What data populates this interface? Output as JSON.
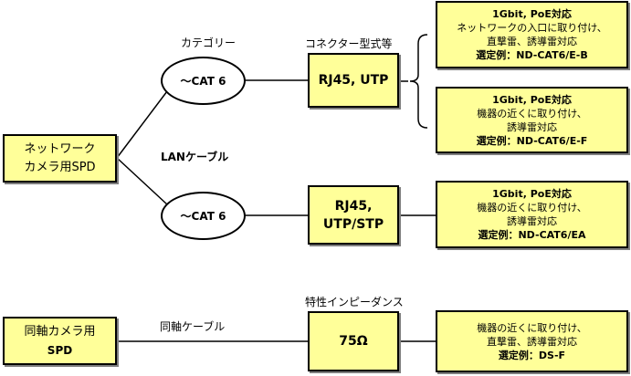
{
  "diagram": {
    "network_spd": {
      "line1": "ネットワーク",
      "line2": "カメラ用SPD"
    },
    "category_label": "カテゴリー",
    "connector_label": "コネクター型式等",
    "lan_cable_label": "LANケーブル",
    "cat_top": "～CAT 6",
    "cat_bottom": "～CAT 6",
    "connector_top": "RJ45, UTP",
    "connector_bottom": {
      "line1": "RJ45,",
      "line2": "UTP/STP"
    },
    "details": [
      {
        "line1": "1Gbit, PoE対応",
        "line2": "ネットワークの入口に取り付け、",
        "line3": "直撃雷、誘導雷対応",
        "line4": "選定例：ND-CAT6/E-B"
      },
      {
        "line1": "1Gbit, PoE対応",
        "line2": "機器の近くに取り付け、",
        "line3": "誘導雷対応",
        "line4": "選定例：ND-CAT6/E-F"
      },
      {
        "line1": "1Gbit, PoE対応",
        "line2": "機器の近くに取り付け、",
        "line3": "誘導雷対応",
        "line4": "選定例：ND-CAT6/EA"
      },
      {
        "line1": "機器の近くに取り付け、",
        "line2": "直撃雷、誘導雷対応",
        "line3": "選定例：DS-F"
      }
    ],
    "coax_spd": {
      "line1": "同軸カメラ用",
      "line2": "SPD"
    },
    "coax_cable_label": "同軸ケーブル",
    "impedance_label": "特性インピーダンス",
    "impedance_value": "75Ω"
  }
}
